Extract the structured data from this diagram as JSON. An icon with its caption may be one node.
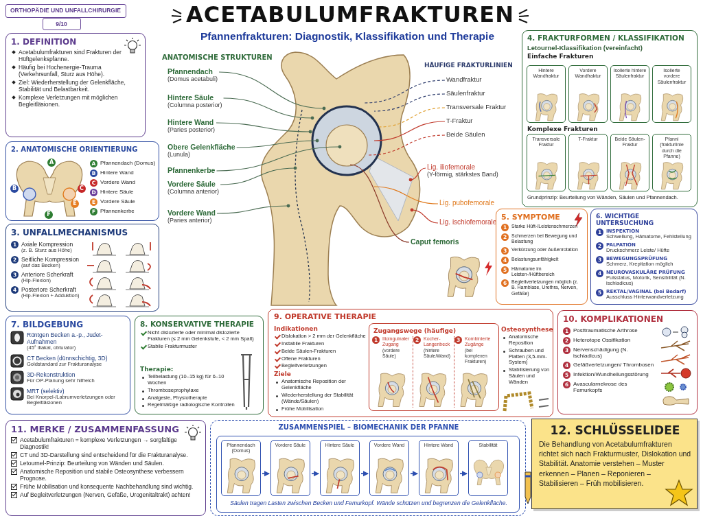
{
  "diagram": {
    "title": "ACETABULUMFRAKTUREN",
    "nodes": [
      {
        "text": [
          "ORTHOPÄDIE UND UNFALLCHIRURGIE"
        ]
      },
      {
        "text": [
          "9/10"
        ]
      },
      {
        "text": [
          "1. DEFINITION",
          "Acetabulumfrakturen sind Frakturen der Hüftgelenkspfanne.",
          "Häufig bei Hochenergie-Trauma (Verkehrsunfall, Sturz aus Höhe).",
          "Ziel: Wiederherstellung der Gelenkfläche, Stabilität und Belastbarkeit.",
          "Komplexe Verletzungen mit möglichen Begleitläsionen."
        ]
      },
      {
        "text": [
          "2. ANATOMISCHE ORIENTIERUNG",
          "A",
          "Pfannendach (Domus)",
          "B",
          "Hintere Wand",
          "C",
          "Vordere Wand",
          "D",
          "Hintere Säule",
          "E",
          "Vordere Säule",
          "F",
          "Pfannenkerbe"
        ]
      },
      {
        "text": [
          "3. UNFALLMECHANISMUS",
          "1",
          "Axiale Kompression",
          "(z. B. Sturz aus Höhe)",
          "2",
          "Seitliche Kompression",
          "(auf das Becken)",
          "3",
          "Anteriore Scherkraft",
          "(Hip-Flexion)",
          "4",
          "Posteriore Scherkraft",
          "(Hip-Flexion + Adduktion)"
        ]
      },
      {
        "text": [
          "Pfannendach",
          "(Domus acetabuli)"
        ]
      },
      {
        "text": [
          "Hintere Säule",
          "(Columna posterior)"
        ]
      },
      {
        "text": [
          "Hintere Wand",
          "(Paries posterior)"
        ]
      },
      {
        "text": [
          "Obere Gelenkfläche",
          "(Lunula)"
        ]
      },
      {
        "text": [
          "Pfannenkerbe"
        ]
      },
      {
        "text": [
          "Vordere Säule",
          "(Columna anterior)"
        ]
      },
      {
        "text": [
          "Vordere Wand",
          "(Paries anterior)"
        ]
      },
      {
        "text": [
          "Wandfraktur"
        ]
      },
      {
        "text": [
          "Säulenfraktur"
        ]
      },
      {
        "text": [
          "Transversale Fraktur"
        ]
      },
      {
        "text": [
          "T-Fraktur"
        ]
      },
      {
        "text": [
          "Beide Säulen"
        ]
      },
      {
        "text": [
          "Lig. iliofemorale",
          "(Y-förmig, stärkstes Band)"
        ]
      },
      {
        "text": [
          "Lig. pubofemorale"
        ]
      },
      {
        "text": [
          "Lig. ischiofemorale"
        ]
      },
      {
        "text": [
          "Caput femoris"
        ]
      },
      {
        "text": [
          "4. FRAKTURFORMEN / KLASSIFIKATION",
          "Letournel-Klassifikation (vereinfacht)",
          "Einfache Frakturen",
          "Komplexe Frakturen",
          "Grundprinzip: Beurteilung von Wänden, Säulen und Pfannendach."
        ]
      },
      {
        "text": [
          "Hintere Wandfraktur"
        ],
        "in": 21
      },
      {
        "text": [
          "Vordere Wandfraktur"
        ],
        "in": 21
      },
      {
        "text": [
          "Isolierte hintere Säulenfraktur"
        ],
        "in": 21
      },
      {
        "text": [
          "Isolierte vordere Säulenfraktur"
        ],
        "in": 21
      },
      {
        "text": [
          "Transversale Fraktur"
        ],
        "in": 21
      },
      {
        "text": [
          "T-Fraktur"
        ],
        "in": 21
      },
      {
        "text": [
          "Beide Säulen-Fraktur"
        ],
        "in": 21
      },
      {
        "text": [
          "Pfanni",
          "(frakturlinie durch die Pfanne)"
        ],
        "in": 21
      },
      {
        "text": [
          "5. SYMPTOME",
          "1",
          "Starke Hüft-/Leistenschmerzen",
          "2",
          "Schmerzen bei Bewegung und Belastung",
          "3",
          "Verkürzung oder Außenrotation",
          "4",
          "Belastungsunfähigkeit",
          "5",
          "Hämatome im Leisten-/Hüftbereich",
          "6",
          "Begleitverletzungen möglich (z. B. Harnblase, Urethra, Nerven, Gefäße)"
        ]
      },
      {
        "text": [
          "6. WICHTIGE UNTERSUCHUNG",
          "1",
          "INSPEKTION",
          "Schwellung, Hämatome, Fehlstellung",
          "2",
          "PALPATION",
          "Druckschmerz Leiste/ Hüfte",
          "3",
          "BEWEGUNGSPRÜFUNG",
          "Schmerz, Krepitation möglich",
          "4",
          "NEUROVASKULÄRE PRÜFUNG",
          "Pulsstatus, Motorik, Sensibilität (N. ischiadicus)",
          "5",
          "REKTAL/VAGINAL (bei Bedarf)",
          "Ausschluss Hinterwandverletzung"
        ]
      },
      {
        "text": [
          "7. BILDGEBUNG",
          "Röntgen Becken a.-p., Judet-Aufnahmen",
          "(45° iliakal, obturator)",
          "CT Becken (dünnschichtig, 3D)",
          "Goldstandard zur Frakturanalyse",
          "3D-Rekonstruktion",
          "Für OP-Planung sehr hilfreich",
          "MRT (selektiv)",
          "Bei Knorpel-/Labrumverletzungen oder Begleitläsionen"
        ]
      },
      {
        "text": [
          "8. KONSERVATIVE THERAPIE",
          "Nicht dislozierte oder minimal dislozierte Frakturen (≤ 2 mm Gelenkstufe, < 2 mm Spalt)",
          "Stabile Frakturmuster",
          "Therapie:",
          "Teilbelastung (10–15 kg) für 6–10 Wochen",
          "Thromboseprophylaxe",
          "Analgesie, Physiotherapie",
          "Regelmäßige radiologische Kontrollen"
        ]
      },
      {
        "text": [
          "9. OPERATIVE THERAPIE",
          "Indikationen",
          "Dislokation > 2 mm der Gelenkfläche",
          "Instabile Frakturen",
          "Beide Säulen-Frakturen",
          "Offene Frakturen",
          "Begleitverletzungen",
          "Ziele",
          "Anatomische Reposition der Gelenkfläche",
          "Wiederherstellung der Stabilität (Wände/Säulen)",
          "Frühe Mobilisation",
          "Osteosynthese",
          "Anatomische Reposition",
          "Schrauben und Platten (3,5-mm-System)",
          "Stabilisierung von Säulen und Wänden"
        ]
      },
      {
        "text": [
          "Zugangswege (häufige)",
          "1",
          "Ilioinguinaler Zugang",
          "(vordere Säule)",
          "2",
          "Kocher-Langenbeck",
          "(hintere Säule/Wand)",
          "3",
          "Kombinierte Zugänge",
          "(bei komplexen Frakturen)"
        ],
        "in": 34
      },
      {
        "text": [
          "10. KOMPLIKATIONEN",
          "1",
          "Posttraumatische Arthrose",
          "2",
          "Heterotope Ossifikation",
          "3",
          "Nervenschädigung (N. ischiadicus)",
          "4",
          "Gefäßverletzungen/ Thrombosen",
          "5",
          "Infektion/Wundheilungsstörung",
          "6",
          "Avascularnekrose des Femurkopfs"
        ]
      },
      {
        "text": [
          "11. MERKE / ZUSAMMENFASSUNG",
          "Acetabulumfrakturen = komplexe Verletzungen → sorgfältige Diagnostik!",
          "CT und 3D-Darstellung sind entscheidend für die Frakturanalyse.",
          "Letournel-Prinzip: Beurteilung von Wänden und Säulen.",
          "Anatomische Reposition und stabile Osteosynthese verbessern Prognose.",
          "Frühe Mobilisation und konsequente Nachbehandlung sind wichtig.",
          "Auf Begleitverletzungen (Nerven, Gefäße, Urogenitaltrakt) achten!"
        ]
      },
      {
        "text": [
          "ZUSAMMENSPIEL – BIOMECHANIK DER PFANNE"
        ]
      },
      {
        "text": [
          "Säulen tragen Lasten zwischen Becken und Femurkopf. Wände schützen und begrenzen die Gelenkfläche."
        ],
        "in": 38
      },
      {
        "text": [
          "Pfannendach (Domus)"
        ],
        "in": 39
      },
      {
        "text": [
          "Vordere Säule"
        ],
        "in": 39
      },
      {
        "text": [
          "Hintere Säule"
        ],
        "in": 39
      },
      {
        "text": [
          "Vordere Wand"
        ],
        "in": 39
      },
      {
        "text": [
          "Hintere Wand"
        ],
        "in": 39
      },
      {
        "text": [
          "Stabilität"
        ],
        "in": 39
      },
      {
        "text": [
          "12. SCHLÜSSELIDEE",
          "Die Behandlung von Acetabulumfrakturen richtet sich nach Frakturmuster, Dislokation und Stabilität. Anatomie verstehen – Muster erkennen – Planen – Reponieren – Stabilisieren – Früh mobilisieren."
        ]
      }
    ],
    "edges": [
      {
        "from": 5,
        "to": null,
        "arrow": "other"
      },
      {
        "from": 6,
        "to": null,
        "arrow": "other"
      },
      {
        "from": 7,
        "to": null,
        "arrow": "other"
      },
      {
        "from": 8,
        "to": null,
        "arrow": "other"
      },
      {
        "from": 9,
        "to": null,
        "arrow": "other"
      },
      {
        "from": 10,
        "to": null,
        "arrow": "other"
      },
      {
        "from": 11,
        "to": null,
        "arrow": "other"
      },
      {
        "from": 12,
        "to": null,
        "arrow": "none",
        "style": "dashed",
        "color": "#2b3a6b"
      },
      {
        "from": 13,
        "to": null,
        "arrow": "none",
        "style": "dashed",
        "color": "#2b3a6b"
      },
      {
        "from": 14,
        "to": null,
        "arrow": "none",
        "style": "dashed",
        "color": "#e0a030"
      },
      {
        "from": 15,
        "to": null,
        "arrow": "none",
        "color": "#c0392b"
      },
      {
        "from": 16,
        "to": null,
        "arrow": "none",
        "style": "dashed",
        "color": "#c0392b"
      },
      {
        "from": 17,
        "to": null,
        "arrow": "other",
        "color": "#c0392b"
      },
      {
        "from": 18,
        "to": null,
        "arrow": "none",
        "color": "#e07b20"
      },
      {
        "from": 19,
        "to": null,
        "arrow": "other",
        "color": "#c0392b"
      },
      {
        "from": 20,
        "to": null,
        "arrow": "none",
        "color": "#8b3a2a"
      },
      {
        "from": 40,
        "to": 41,
        "arrow": "to",
        "color": "#2d4fb0"
      },
      {
        "from": 41,
        "to": 42,
        "arrow": "to",
        "color": "#2d4fb0"
      },
      {
        "from": 42,
        "to": 43,
        "arrow": "to",
        "color": "#2d4fb0"
      },
      {
        "from": 43,
        "to": 44,
        "arrow": "to",
        "color": "#2d4fb0"
      },
      {
        "from": 44,
        "to": 45,
        "arrow": "to",
        "color": "#2d4fb0"
      }
    ],
    "labels": [
      "Pfannenfrakturen: Diagnostik, Klassifikation und Therapie",
      "A",
      "B",
      "C",
      "E",
      "F",
      "ANATOMISCHE STRUKTUREN",
      "HÄUFIGE FRAKTURLINIEN"
    ]
  }
}
